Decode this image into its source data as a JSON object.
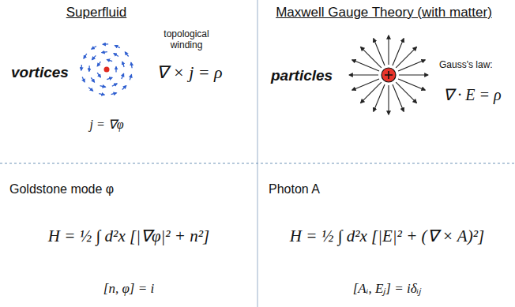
{
  "diagram": {
    "labels": [
      "Superfluid",
      "Maxwell Gauge Theory (with matter)",
      "vortices",
      "topological winding",
      "∇ × j = ρ",
      "j = ∇φ",
      "particles",
      "Gauss's law:",
      "∇ · E = ρ",
      "Goldstone mode φ",
      "H = ½ ∫ d²x [|∇φ|² + n²]",
      "[n, φ] = i",
      "Photon A",
      "H = ½ ∫ d²x [|E|² + (∇ × A)²]",
      "[Aᵢ, Eⱼ] = iδᵢⱼ"
    ]
  }
}
